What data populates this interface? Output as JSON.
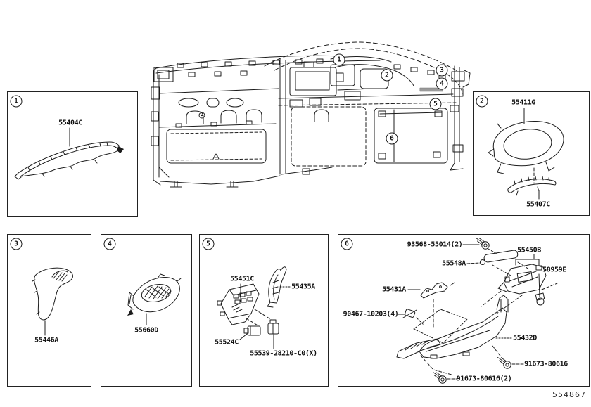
{
  "page": {
    "figure_code": "554867"
  },
  "colors": {
    "line": "#1c1c1c",
    "background": "#ffffff",
    "shade": "#9a9a9a"
  },
  "main_diagram": {
    "description": "instrument panel exploded line drawing",
    "callouts": [
      {
        "num": "1"
      },
      {
        "num": "2"
      },
      {
        "num": "3"
      },
      {
        "num": "4"
      },
      {
        "num": "5"
      },
      {
        "num": "6"
      }
    ]
  },
  "detail_boxes": [
    {
      "num": "1",
      "parts": [
        {
          "label": "55404C"
        }
      ]
    },
    {
      "num": "2",
      "parts": [
        {
          "label": "55411G"
        },
        {
          "label": "55407C"
        }
      ]
    },
    {
      "num": "3",
      "parts": [
        {
          "label": "55446A"
        }
      ]
    },
    {
      "num": "4",
      "parts": [
        {
          "label": "55660D"
        }
      ]
    },
    {
      "num": "5",
      "parts": [
        {
          "label": "55451C"
        },
        {
          "label": "55435A"
        },
        {
          "label": "55524C"
        },
        {
          "label": "55539-28210-C0(X)"
        }
      ]
    },
    {
      "num": "6",
      "parts": [
        {
          "label": "93568-55014(2)"
        },
        {
          "label": "55548A"
        },
        {
          "label": "55450B"
        },
        {
          "label": "58959E"
        },
        {
          "label": "55431A"
        },
        {
          "label": "90467-10203(4)"
        },
        {
          "label": "55432D"
        },
        {
          "label": "91673-80616"
        },
        {
          "label": "91673-80616(2)"
        }
      ]
    }
  ]
}
